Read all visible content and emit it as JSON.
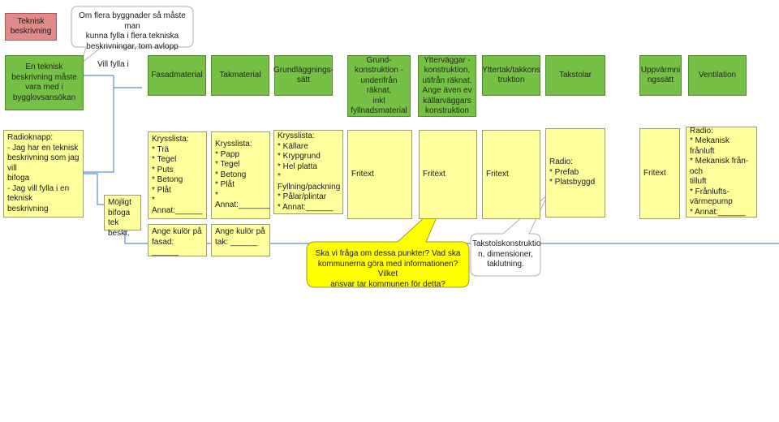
{
  "header": {
    "pink": "Teknisk\nbeskrivning",
    "callout_top": "Om flera byggnader så måste man\nkunna fylla i flera tekniska\nbeskrivningar, tom avlopp"
  },
  "green": {
    "intro": "En teknisk\nbeskrivning måste\nvara med i\nbygglovsansökan",
    "vill_fylla": "Vill fylla i",
    "fasad": "Fasadmaterial",
    "tak": "Takmaterial",
    "grund": "Grundläggnings-\nsätt",
    "grundkonstr": "Grund-\nkonstruktion -\nunderifrån räknat,\ninkl\nfyllnadsmaterial",
    "ytter": "Ytterväggar -\nkonstruktion,\nutifrån räknat.\nAnge även ev\nkällarväggars\nkonstruktion",
    "yttertak": "Yttertak/takkons\ntruktion",
    "takstolar": "Takstolar",
    "uppvarm": "Uppvärmni\nngssätt",
    "ventilation": "Ventilation"
  },
  "yellow": {
    "radioknapp": "Radioknapp:\n- Jag har en teknisk\nbeskrivning som jag vill\nbifoga\n- Jag vill fylla i en teknisk\nbeskrivning",
    "mojligt": "Möjligt\nbifoga tek\nbeskr.",
    "fasad_list": "Krysslista:\n* Trä\n* Tegel\n* Puts\n* Betong\n* Plåt\n* Annat:______",
    "tak_list": "Krysslista:\n* Papp\n* Tegel\n* Betong\n* Plåt\n* Annat:_______",
    "grund_list": "Krysslista:\n* Källare\n* Krypgrund\n* Hel platta\n* Fyllning/packning\n* Pålar/plintar\n* Annat:______",
    "fritext1": "Fritext",
    "fritext2": "Fritext",
    "fritext3": "Fritext",
    "radio_tak": "Radio:\n* Prefab\n* Platsbyggd",
    "fritext4": "Fritext",
    "radio_vent": "Radio:\n* Mekanisk frånluft\n* Mekanisk från- och\ntilluft\n* Frånlufts-\nvärmepump\n* Annat:______",
    "kulor_fasad": "Ange kulör på\nfasad: ______",
    "kulor_tak": "Ange kulör på\ntak: ______"
  },
  "callouts": {
    "question": "Ska vi fråga om dessa punkter? Vad ska\nkommunerna göra med informationen? Vilket\nansvar tar kommunen för detta?",
    "takstol": "Takstolskonstruktio\nn, dimensioner,\ntaklutning."
  },
  "colors": {
    "green": "#76c045",
    "yellow": "#ffff9c",
    "pink": "#e08a8a",
    "callout_yellow": "#ffff00",
    "line_blue": "#5b8fd0"
  }
}
